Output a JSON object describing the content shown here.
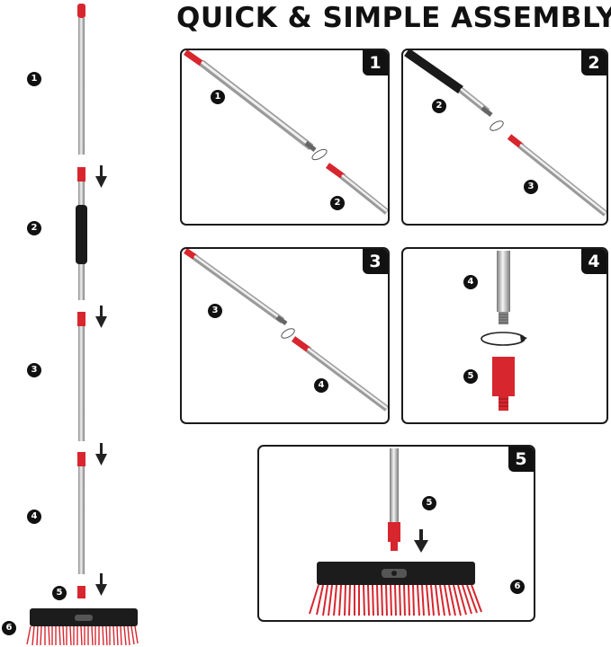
{
  "title": "QUICK & SIMPLE ASSEMBLY",
  "steps": {
    "s1": "1",
    "s2": "2",
    "s3": "3",
    "s4": "4",
    "s5": "5",
    "s6": "6"
  },
  "panels": {
    "p1": "1",
    "p2": "2",
    "p3": "3",
    "p4": "4",
    "p5": "5"
  },
  "colors": {
    "red": "#d7262e",
    "black": "#111111",
    "steel": "#c8c8c8"
  }
}
